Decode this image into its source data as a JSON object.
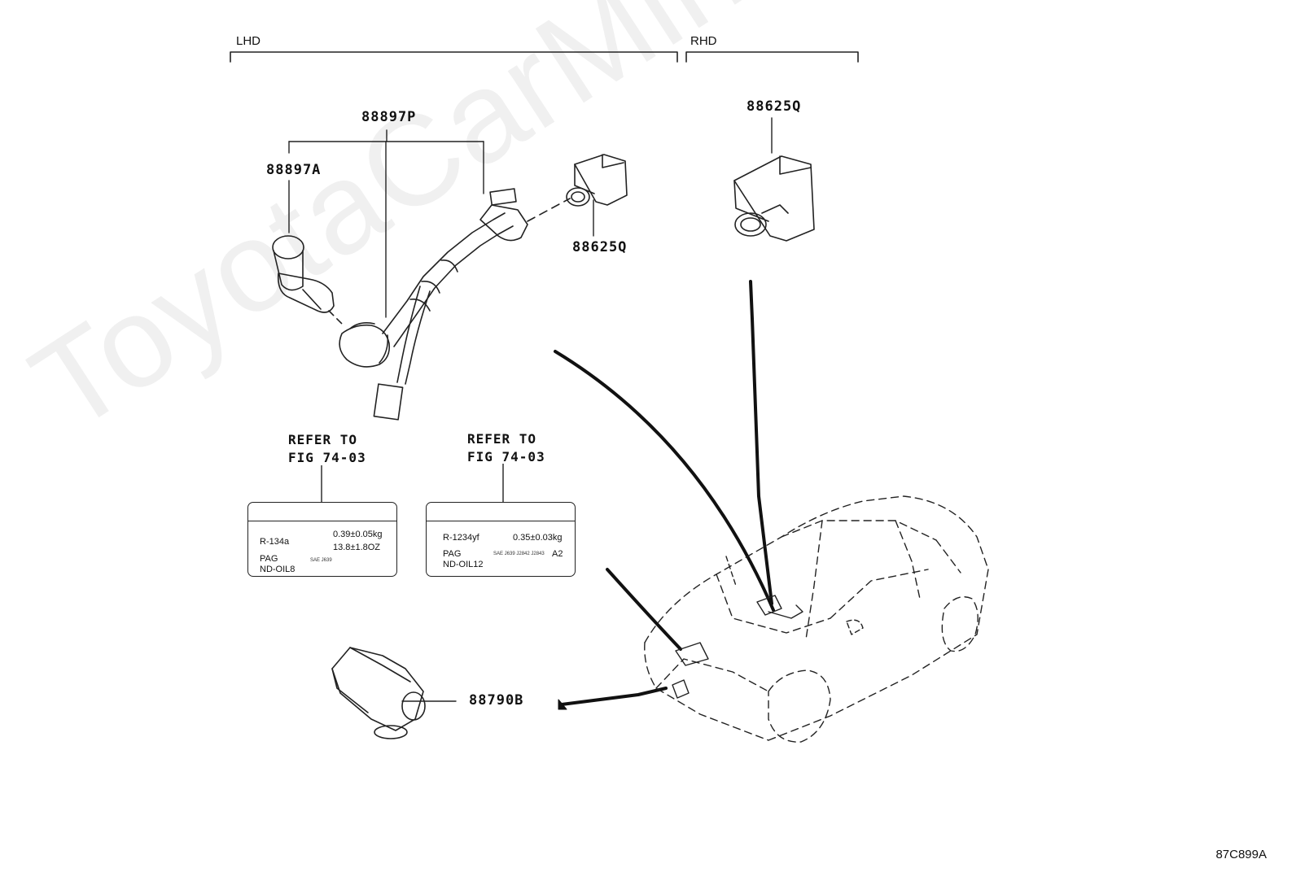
{
  "sections": {
    "lhd": "LHD",
    "rhd": "RHD"
  },
  "parts": {
    "harness": "88897P",
    "sensor_a": "88897A",
    "switch_lhd": "88625Q",
    "switch_rhd": "88625Q",
    "ambient_sensor": "88790B"
  },
  "refer_left": {
    "line1": "REFER TO",
    "line2": "FIG 74-03"
  },
  "refer_right": {
    "line1": "REFER TO",
    "line2": "FIG 74-03"
  },
  "label_left": {
    "refrigerant": "R-134a",
    "charge_kg": "0.39±0.05kg",
    "charge_oz": "13.8±1.8OZ",
    "oil_type": "PAG",
    "oil_spec": "SAE J639",
    "oil_name": "ND-OIL8"
  },
  "label_right": {
    "refrigerant": "R-1234yf",
    "charge_kg": "0.35±0.03kg",
    "oil_type": "PAG",
    "oil_spec": "SAE J639 J2842 J2843",
    "oil_suffix": "A2",
    "oil_name": "ND-OIL12"
  },
  "watermark": "ToyotaCarMine.ru",
  "figure_code": "87C899A"
}
